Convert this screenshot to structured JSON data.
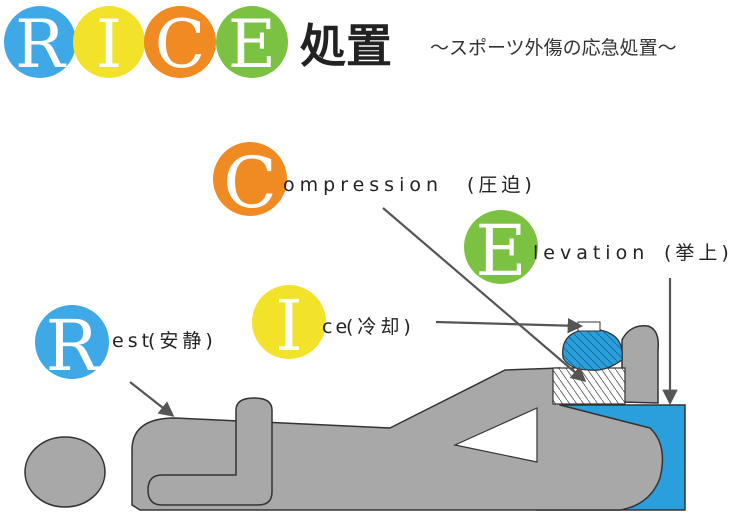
{
  "header": {
    "letters": [
      {
        "char": "R",
        "color": "#3fa8e6"
      },
      {
        "char": "I",
        "color": "#f2e22a"
      },
      {
        "char": "C",
        "color": "#f08a22"
      },
      {
        "char": "E",
        "color": "#7cc242"
      }
    ],
    "title": "処置",
    "subtitle": "～スポーツ外傷の応急処置～"
  },
  "labels": {
    "rest": {
      "initial": "R",
      "rest_text": "est",
      "jp": "(安静)",
      "color": "#3fa8e6"
    },
    "ice": {
      "initial": "I",
      "rest_text": "ce",
      "jp": "(冷却)",
      "color": "#f2e22a"
    },
    "compression": {
      "initial": "C",
      "rest_text": "ompression",
      "jp": "(圧迫)",
      "color": "#f08a22"
    },
    "elevation": {
      "initial": "E",
      "rest_text": "levation",
      "jp": "(挙上)",
      "color": "#7cc242"
    }
  },
  "colors": {
    "body": "#a8a8a8",
    "outline": "#333333",
    "cushion": "#2a9fdb",
    "arrow": "#555555"
  }
}
